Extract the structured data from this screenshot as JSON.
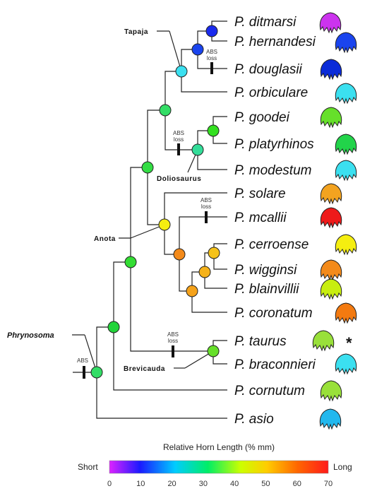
{
  "taxa": [
    "P. ditmarsi",
    "P. hernandesi",
    "P. douglasii",
    "P. orbiculare",
    "P. goodei",
    "P. platyrhinos",
    "P. modestum",
    "P. solare",
    "P. mcallii",
    "P. cerroense",
    "P. wigginsi",
    "P. blainvillii",
    "P. coronatum",
    "P. taurus",
    "P. braconnieri",
    "P. cornutum",
    "P. asio"
  ],
  "taxon_colors": [
    "#cc33ee",
    "#1a44ee",
    "#0a2bd8",
    "#3be0f0",
    "#66e02a",
    "#22d44a",
    "#3be0f0",
    "#f3a320",
    "#ee1a1a",
    "#f5ee10",
    "#f38a1a",
    "#c8ee10",
    "#f37a10",
    "#99e03a",
    "#3be0f0",
    "#99e03a",
    "#22b8ee"
  ],
  "clades": {
    "tapaja": "Tapaja",
    "doliosaurus": "Doliosaurus",
    "anota": "Anota",
    "brevicauda": "Brevicauda",
    "phrynosoma": "Phrynosoma"
  },
  "annotations": {
    "abs_loss_line1": "ABS",
    "abs_loss_line2": "loss",
    "abs_root": "ABS",
    "asterisk": "*"
  },
  "legend": {
    "title": "Relative Horn Length (% mm)",
    "short_label": "Short",
    "long_label": "Long",
    "ticks": [
      "0",
      "10",
      "20",
      "30",
      "40",
      "50",
      "60",
      "70"
    ],
    "gradient_colors": [
      "#dd22ff",
      "#1a1aff",
      "#00ccff",
      "#00ee66",
      "#ccff00",
      "#ffcc00",
      "#ff6600",
      "#ff1a1a"
    ]
  },
  "node_colors": {
    "ditmarsi_hernandesi": "#1a2bee",
    "dit_her_doug": "#1a44ee",
    "tapaja": "#3be0f0",
    "horned_top": "#33dd66",
    "goodei_platy": "#33e020",
    "doliosaurus": "#33dd99",
    "north": "#33dd44",
    "cerr_wigg": "#f5c21a",
    "cwb": "#f5b21a",
    "cwbc": "#f5a21a",
    "south_big": "#f38a1a",
    "anota": "#f5ee10",
    "ingroup_top": "#33dd33",
    "brevicauda": "#66e02a",
    "with_cornutum": "#22d43a",
    "root": "#33dd66"
  }
}
